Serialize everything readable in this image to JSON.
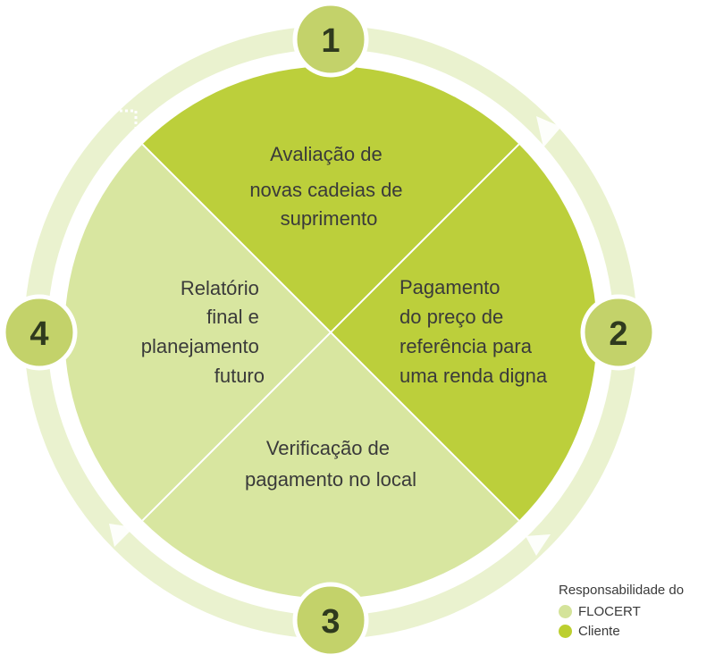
{
  "segments": [
    {
      "id": "top",
      "lines": [
        "Avaliação de",
        "novas cadeias de",
        "suprimento"
      ],
      "owner": "cliente"
    },
    {
      "id": "right",
      "lines": [
        "Pagamento",
        "do preço de",
        "referência para",
        "uma renda digna"
      ],
      "owner": "cliente"
    },
    {
      "id": "bottom",
      "lines": [
        "Verificação de",
        "pagamento no local"
      ],
      "owner": "flocert"
    },
    {
      "id": "left",
      "lines": [
        "Relatório",
        "final e",
        "planejamento",
        "futuro"
      ],
      "owner": "flocert"
    }
  ],
  "steps": [
    "1",
    "2",
    "3",
    "4"
  ],
  "legend": {
    "title": "Responsabilidade do",
    "items": [
      {
        "label": "FLOCERT",
        "color": "#d4e39a"
      },
      {
        "label": "Cliente",
        "color": "#bccf2f"
      }
    ]
  },
  "colors": {
    "cliente": "#bccf3b",
    "flocert": "#d8e6a0",
    "ring": "#eaf2cf",
    "badge": "#c3d26a",
    "divider": "#ffffff"
  }
}
